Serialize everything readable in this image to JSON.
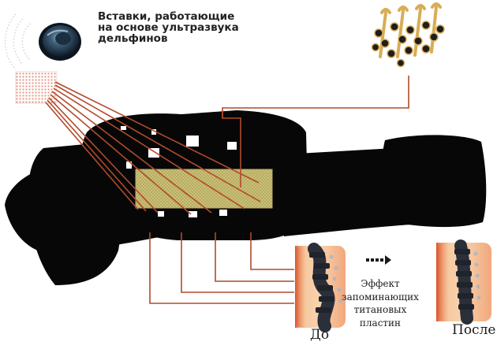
{
  "labels": {
    "ultrasound_insert": {
      "lines": [
        "Вставки, работающие",
        "на основе ультразвука",
        "дельфинов"
      ]
    },
    "titanium_memory": {
      "lines": [
        "Эффект",
        "запоминающих",
        "титановых",
        "пластин"
      ]
    },
    "before": "До",
    "after": "После"
  },
  "colors": {
    "belt": "#070707",
    "leader_lines": "#b14a2c",
    "gold_panel": "#d9cf8a",
    "skin": "#f2b68a",
    "spine_dark": "#2b2f3a",
    "magnet_gold": "#d8ad56",
    "dot_pattern": "#e5998a"
  },
  "icons": [
    "dolphin-ultrasound-disc-icon",
    "titanium-magnet-plates-icon",
    "direction-arrow-icon"
  ]
}
